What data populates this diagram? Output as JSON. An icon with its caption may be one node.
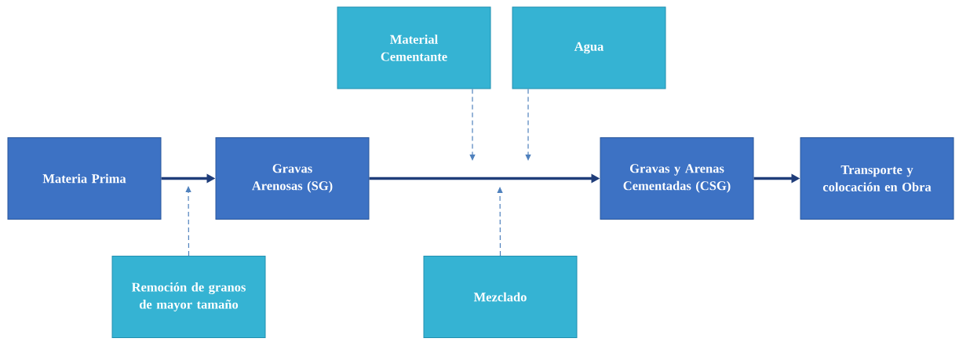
{
  "diagram": {
    "nodes": [
      {
        "text": [
          "Materia Prima"
        ]
      },
      {
        "text": [
          "Gravas Arenosas (SG)"
        ]
      },
      {
        "text": [
          "Gravas y Arenas Cementadas (CSG)"
        ]
      },
      {
        "text": [
          "Transporte y colocación en Obra"
        ]
      },
      {
        "text": [
          "Material Cementante"
        ]
      },
      {
        "text": [
          "Agua"
        ]
      },
      {
        "text": [
          "Remoción de granos de mayor tamaño"
        ]
      },
      {
        "text": [
          "Mezclado"
        ]
      }
    ],
    "edges": [
      {
        "from": 0,
        "to": 1,
        "arrow": "to",
        "style": "thick",
        "color": "#1f3d7a"
      },
      {
        "from": 1,
        "to": 2,
        "arrow": "to",
        "style": "thick",
        "color": "#1f3d7a"
      },
      {
        "from": 2,
        "to": 3,
        "arrow": "to",
        "style": "thick",
        "color": "#1f3d7a"
      },
      {
        "from": 4,
        "to": null,
        "arrow": "to",
        "style": "dashed"
      },
      {
        "from": 5,
        "to": null,
        "arrow": "to",
        "style": "dashed"
      },
      {
        "from": 6,
        "to": null,
        "arrow": "to",
        "style": "dashed"
      },
      {
        "from": 7,
        "to": null,
        "arrow": "to",
        "style": "dashed"
      }
    ]
  }
}
